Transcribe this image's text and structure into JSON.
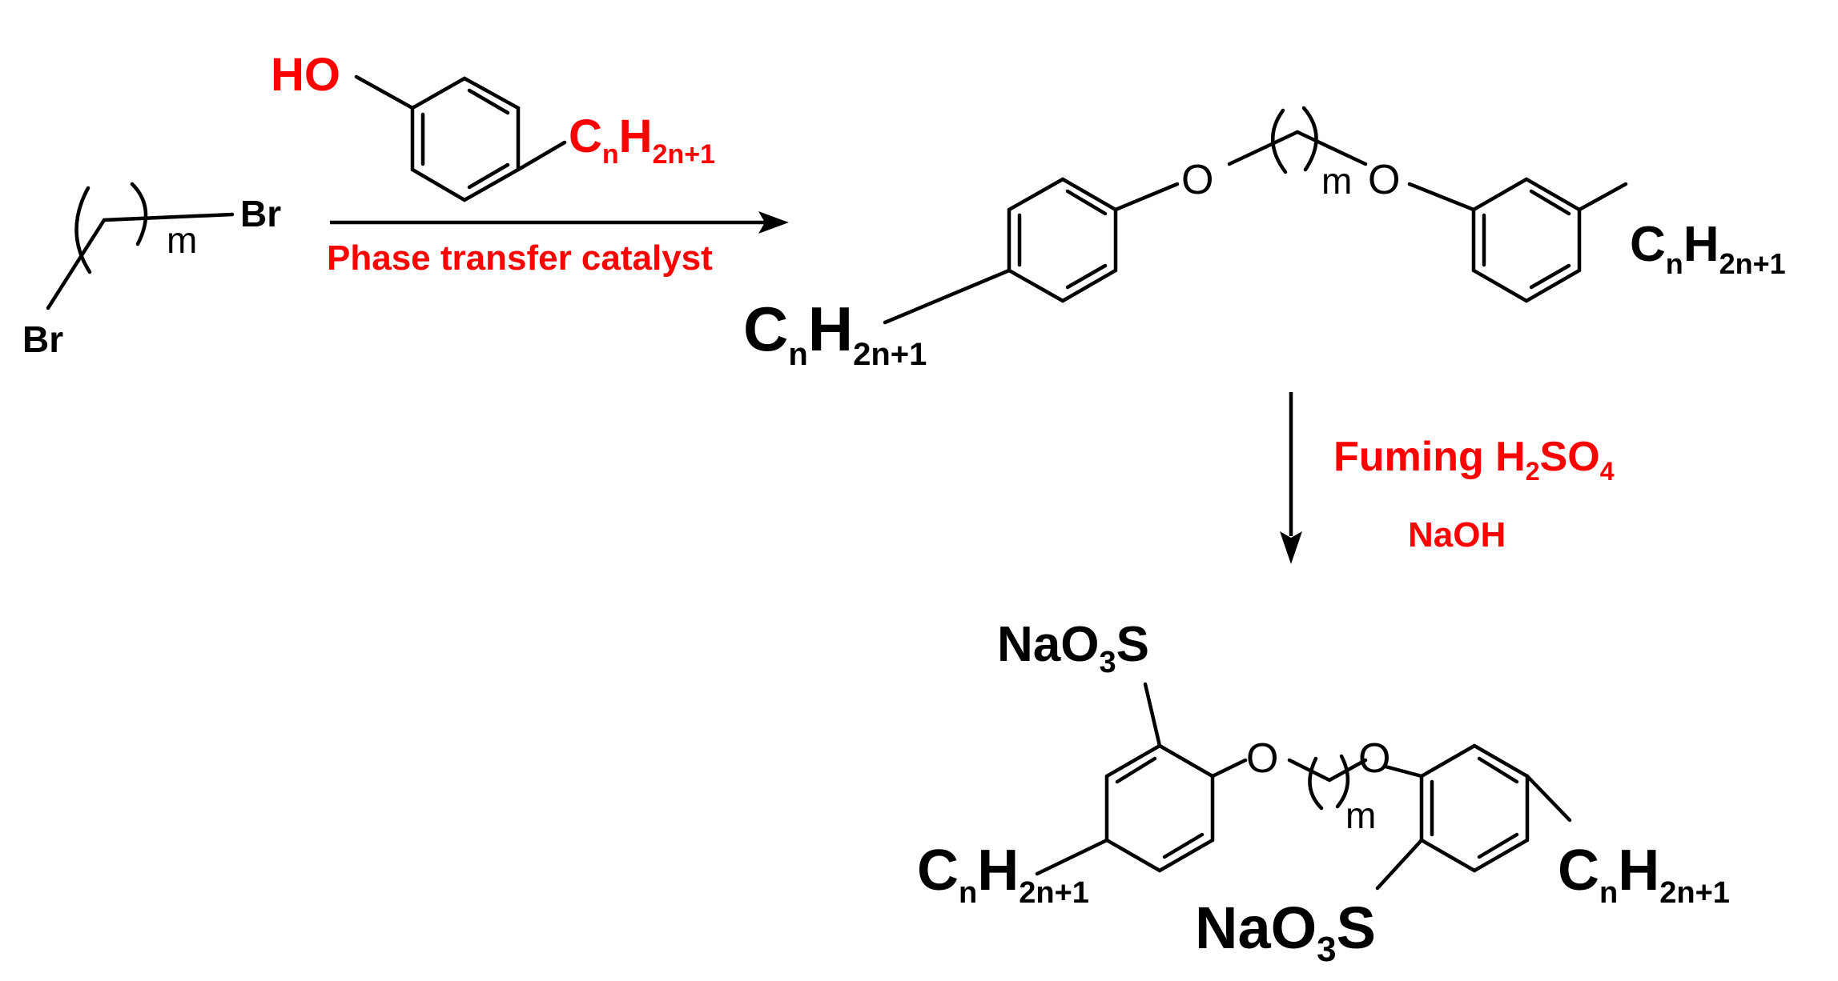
{
  "colors": {
    "reagent_red": "#ff0000",
    "structure_black": "#000000",
    "background": "#ffffff"
  },
  "start_material": {
    "atom_top": "Br",
    "atom_bottom": "Br",
    "repeat": "m"
  },
  "reagent_phenol": {
    "hydroxyl": "HO",
    "alkyl_c": "C",
    "alkyl_c_sub": "n",
    "alkyl_h": "H",
    "alkyl_h_sub": "2n+1"
  },
  "step1": {
    "condition": "Phase transfer catalyst"
  },
  "intermediate": {
    "oxygen_left": "O",
    "oxygen_right": "O",
    "repeat": "m",
    "alkyl_left": {
      "c": "C",
      "c_sub": "n",
      "h": "H",
      "h_sub": "2n+1"
    },
    "alkyl_right": {
      "c": "C",
      "c_sub": "n",
      "h": "H",
      "h_sub": "2n+1"
    }
  },
  "step2": {
    "reagent1_main": "Fuming H",
    "reagent1_sub1": "2",
    "reagent1_mid": "SO",
    "reagent1_sub2": "4",
    "reagent2": "NaOH"
  },
  "product": {
    "oxygen_left": "O",
    "oxygen_right": "O",
    "repeat": "m",
    "sulfonate_top": {
      "prefix": "NaO",
      "sub": "3",
      "suffix": "S"
    },
    "sulfonate_bottom": {
      "prefix": "NaO",
      "sub": "3",
      "suffix": "S"
    },
    "alkyl_left": {
      "c": "C",
      "c_sub": "n",
      "h": "H",
      "h_sub": "2n+1"
    },
    "alkyl_right": {
      "c": "C",
      "c_sub": "n",
      "h": "H",
      "h_sub": "2n+1"
    }
  }
}
